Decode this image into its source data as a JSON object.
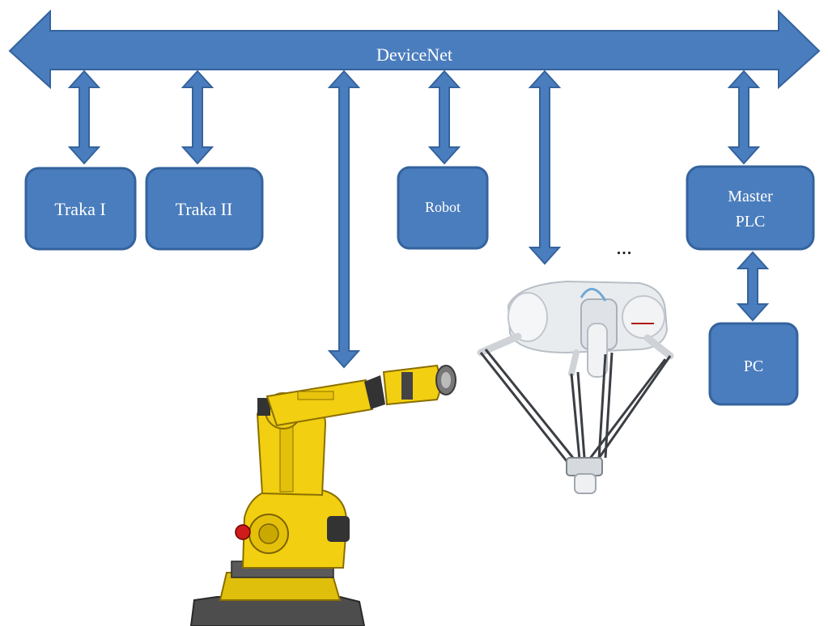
{
  "bus": {
    "label": "DeviceNet"
  },
  "nodes": [
    {
      "id": "traka1",
      "label": "Traka I"
    },
    {
      "id": "traka2",
      "label": "Traka II"
    },
    {
      "id": "robot",
      "label": "Robot"
    },
    {
      "id": "master-plc",
      "line1": "Master",
      "line2": "PLC"
    },
    {
      "id": "pc",
      "label": "PC"
    }
  ],
  "ellipsis": "...",
  "images": [
    {
      "id": "industrial-robot-image",
      "description_icon": "yellow-articulated-robot-arm"
    },
    {
      "id": "delta-robot-image",
      "description_icon": "white-delta-parallel-robot"
    }
  ],
  "colors": {
    "accent": "#4a7dbd",
    "border": "#34639d",
    "robot_yellow": "#f2cf10"
  }
}
